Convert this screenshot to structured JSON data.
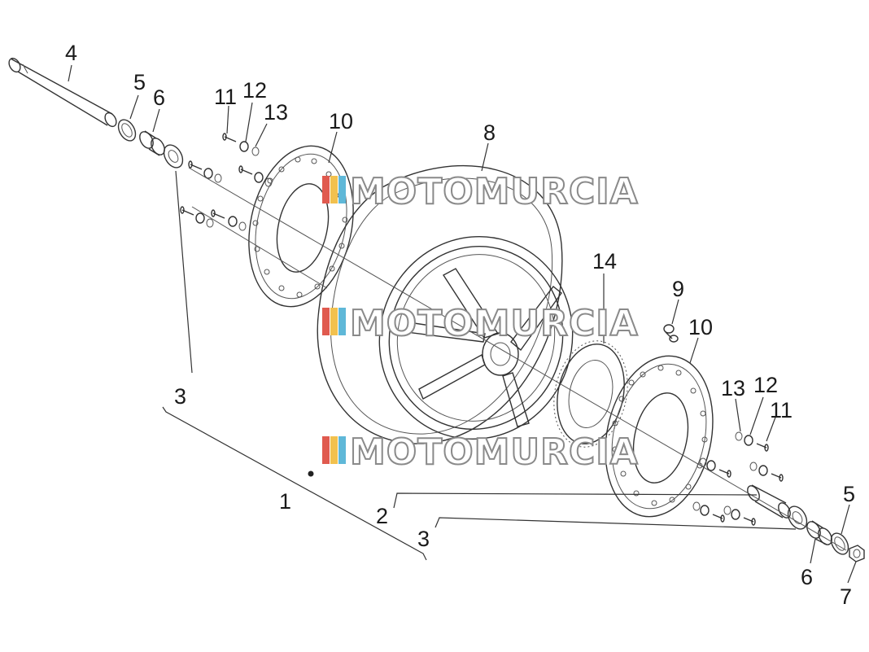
{
  "diagram": {
    "callouts": [
      "4",
      "5",
      "6",
      "11",
      "12",
      "13",
      "10",
      "8",
      "14",
      "9",
      "10",
      "13",
      "12",
      "11",
      "3",
      "1",
      "2",
      "3",
      "5",
      "6",
      "7"
    ]
  },
  "watermark": {
    "text": "MOTOMURCIA",
    "colors": [
      "#e05a4f",
      "#f2c14e",
      "#5fb8d8"
    ]
  }
}
